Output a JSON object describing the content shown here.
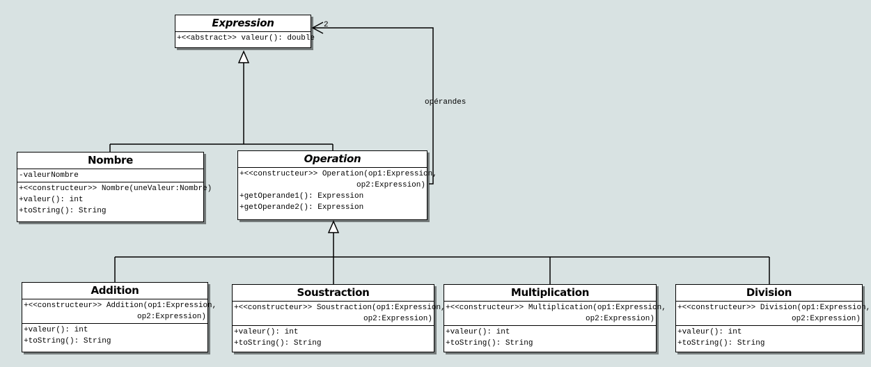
{
  "classes": {
    "expression": {
      "name": "Expression",
      "methods": [
        "+<<abstract>> valeur(): double"
      ]
    },
    "nombre": {
      "name": "Nombre",
      "attributes": [
        "-valeurNombre"
      ],
      "methods": [
        "+<<constructeur>> Nombre(uneValeur:Nombre)",
        "+valeur(): int",
        "+toString(): String"
      ]
    },
    "operation": {
      "name": "Operation",
      "methods": [
        "+<<constructeur>> Operation(op1:Expression,",
        "op2:Expression)",
        "+getOperande1(): Expression",
        "+getOperande2(): Expression"
      ]
    },
    "addition": {
      "name": "Addition",
      "constructor": [
        "+<<constructeur>> Addition(op1:Expression,",
        "op2:Expression)"
      ],
      "methods": [
        "+valeur(): int",
        "+toString(): String"
      ]
    },
    "soustraction": {
      "name": "Soustraction",
      "constructor": [
        "+<<constructeur>> Soustraction(op1:Expression,",
        "op2:Expression)"
      ],
      "methods": [
        "+valeur(): int",
        "+toString(): String"
      ]
    },
    "multiplication": {
      "name": "Multiplication",
      "constructor": [
        "+<<constructeur>> Multiplication(op1:Expression,",
        "op2:Expression)"
      ],
      "methods": [
        "+valeur(): int",
        "+toString(): String"
      ]
    },
    "division": {
      "name": "Division",
      "constructor": [
        "+<<constructeur>> Division(op1:Expression,",
        "op2:Expression)"
      ],
      "methods": [
        "+valeur(): int",
        "+toString(): String"
      ]
    }
  },
  "association": {
    "role": "opérandes",
    "multiplicity": "2"
  }
}
